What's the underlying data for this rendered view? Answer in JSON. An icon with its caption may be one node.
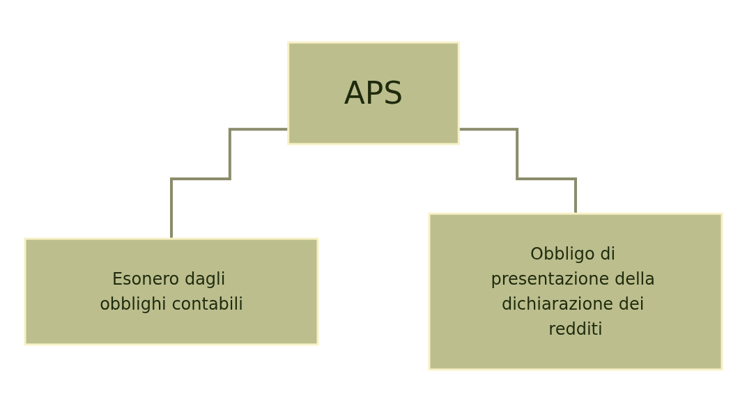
{
  "diagram": {
    "nodes": [
      {
        "text": [
          "APS"
        ]
      },
      {
        "text": [
          "Esonero dagli obblighi contabili"
        ]
      },
      {
        "text": [
          "Obbligo di presentazione della dichiarazione dei redditi"
        ]
      }
    ],
    "edges": [
      {
        "from": 0,
        "to": 1,
        "arrow": "none"
      },
      {
        "from": 0,
        "to": 2,
        "arrow": "none"
      }
    ]
  }
}
